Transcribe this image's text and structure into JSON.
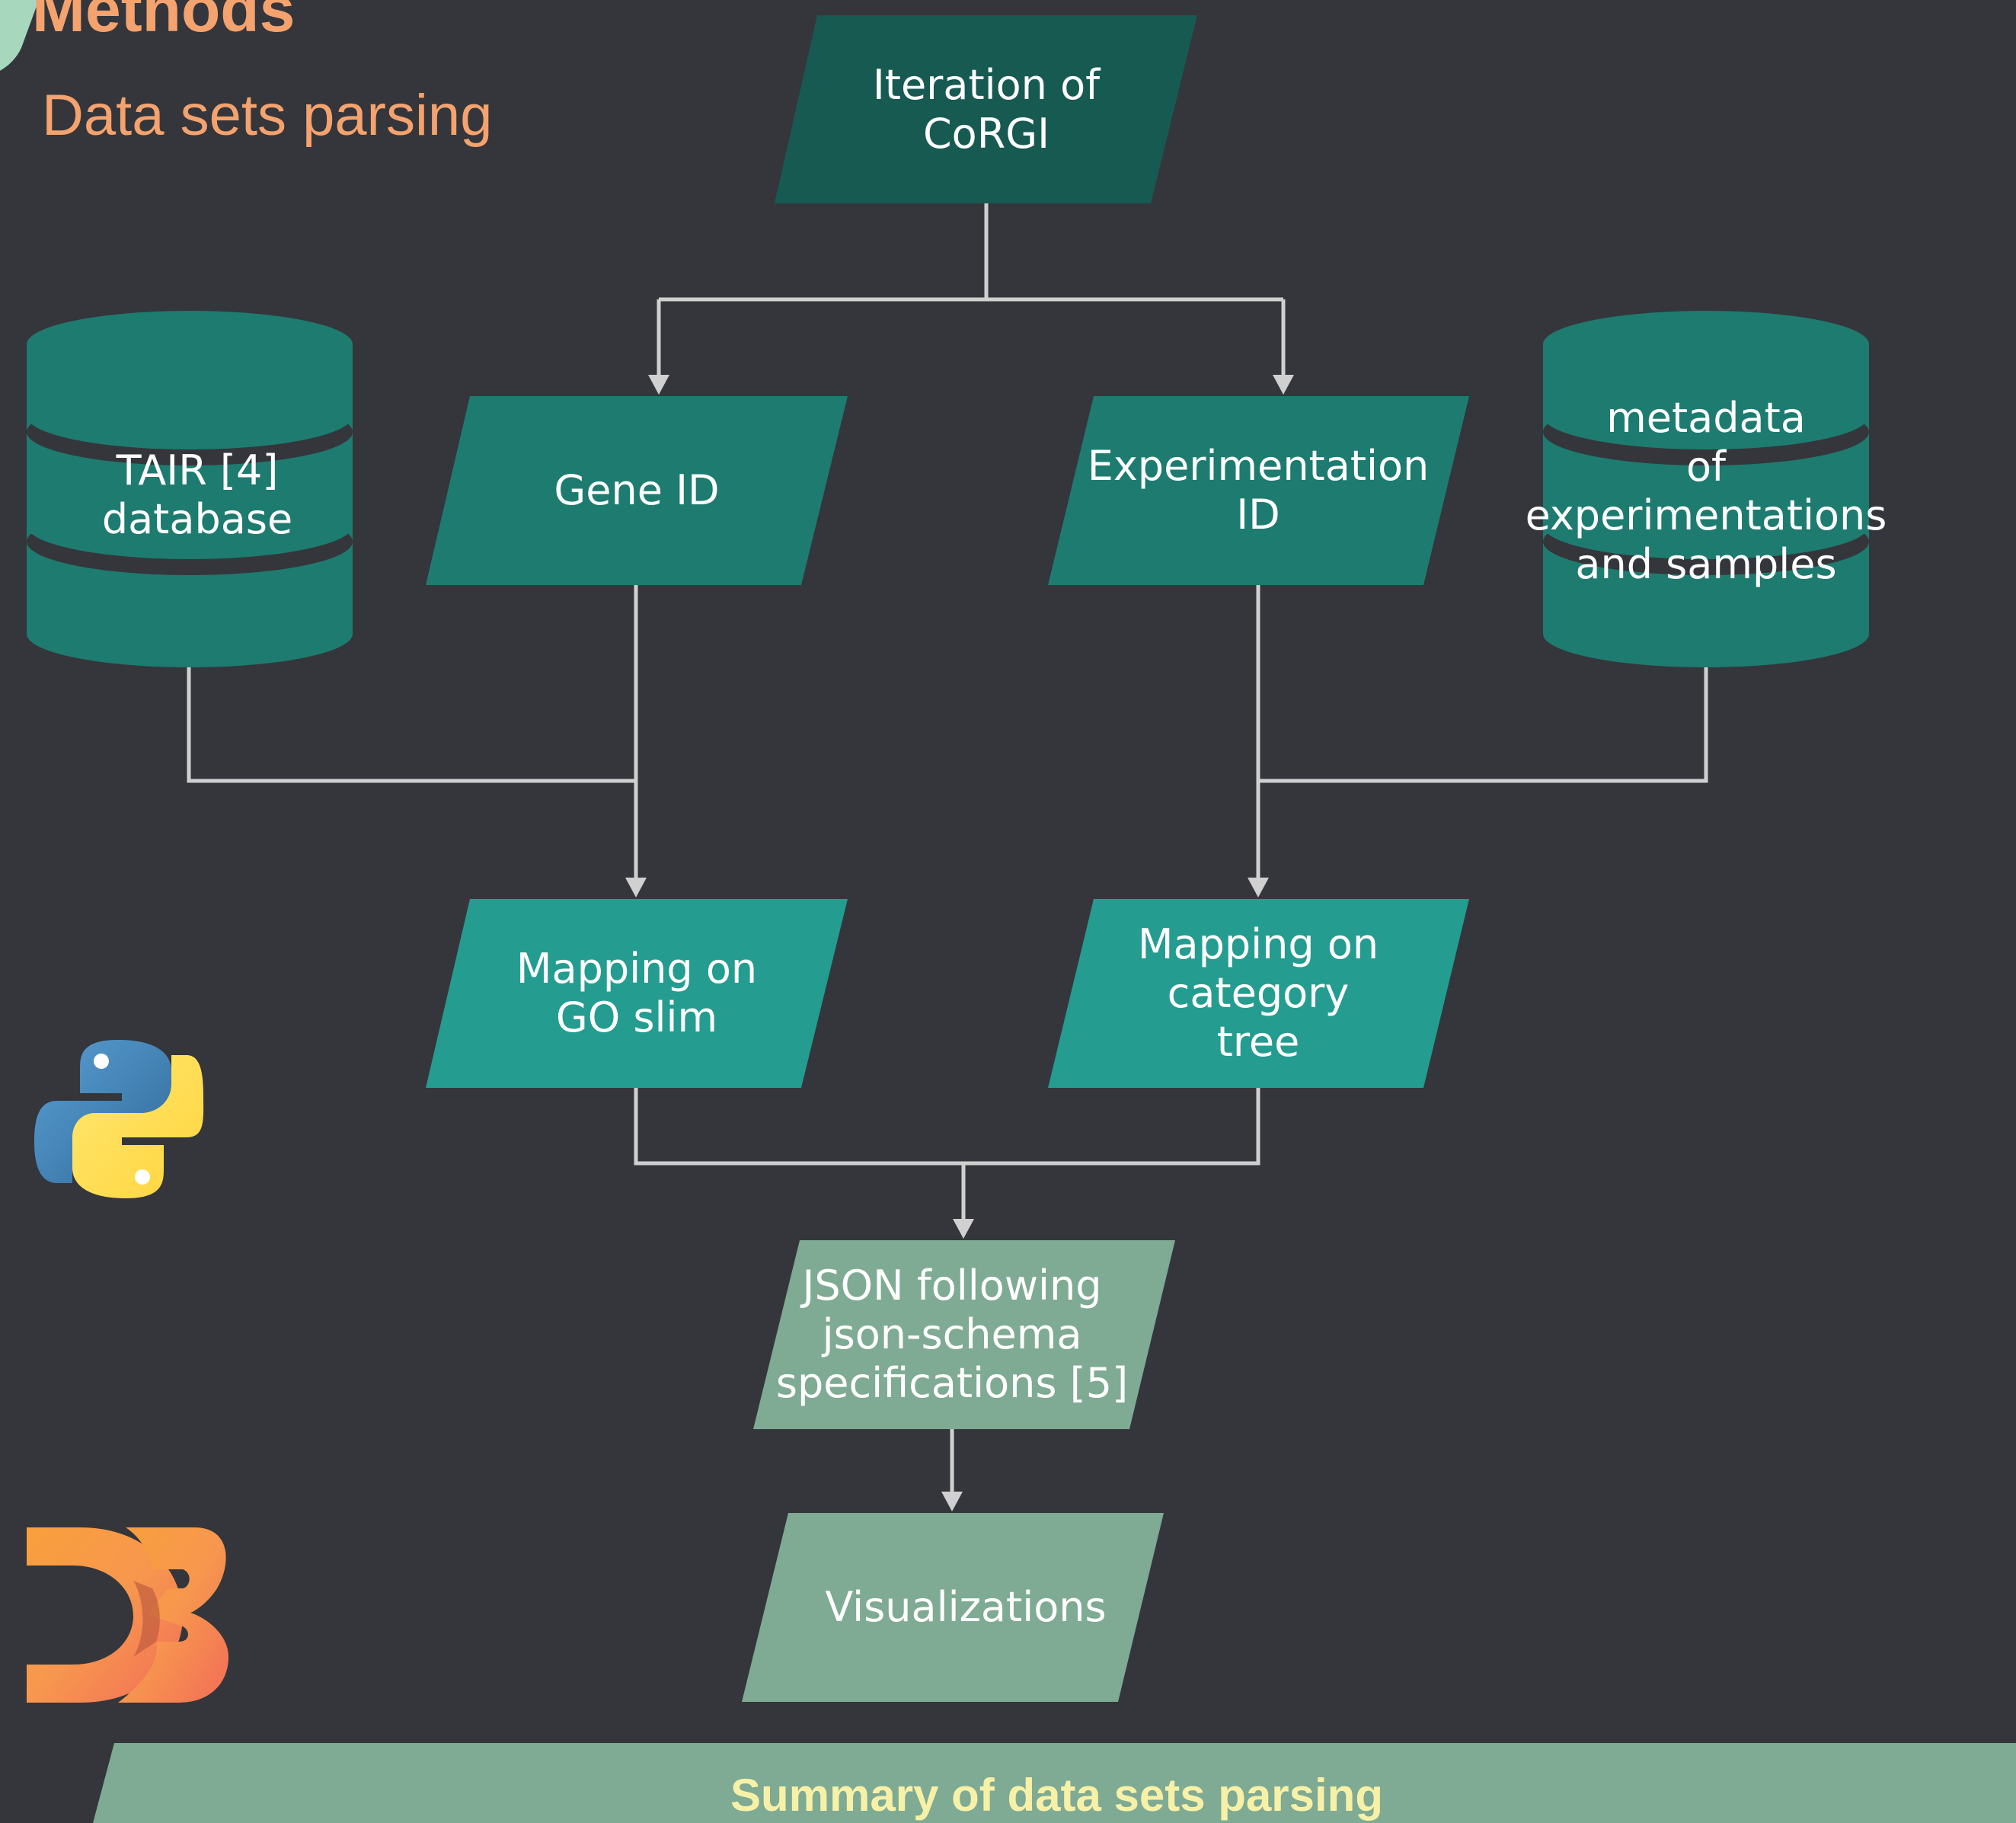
{
  "header": {
    "title": "Methods",
    "subtitle": "Data sets parsing"
  },
  "colors": {
    "background": "#34363b",
    "accent_orange": "#f4a26e",
    "node_dark": "#175a52",
    "node_mid": "#1e7b70",
    "node_light": "#259c90",
    "node_pale": "#7faa93",
    "connector": "#d0d0d0",
    "footer_text": "#f7f1a8"
  },
  "nodes": {
    "iteration": "Iteration of\nCoRGI",
    "gene_id": "Gene ID",
    "experimentation_id": "Experimentation\nID",
    "tair_db": "TAIR [4]\ndatabase",
    "metadata_db": "metadata\nof\nexperimentations\nand samples",
    "mapping_go": "Mapping on\nGO slim",
    "mapping_category": "Mapping on\ncategory\ntree",
    "json": "JSON following\njson-schema\nspecifications [5]",
    "visualizations": "Visualizations"
  },
  "logos": {
    "python": "python-logo",
    "d3": "d3-logo"
  },
  "footer": {
    "caption": "Summary of data sets parsing"
  }
}
